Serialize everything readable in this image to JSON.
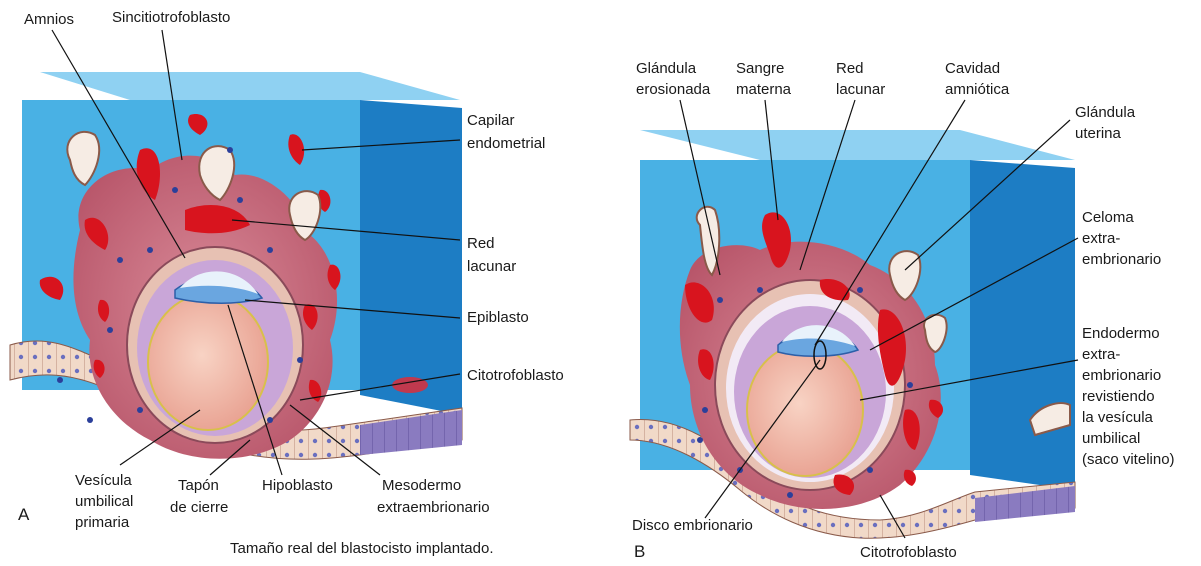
{
  "panel_a": {
    "letter": "A",
    "labels": {
      "amnios": "Amnios",
      "sincitio": "Sincitiotrofoblasto",
      "capilar1": "Capilar",
      "capilar2": "endometrial",
      "red1": "Red",
      "red2": "lacunar",
      "epiblasto": "Epiblasto",
      "citotrofo": "Citotrofoblasto",
      "vesicula1": "Vesícula",
      "vesicula2": "umbilical",
      "vesicula3": "primaria",
      "tapon1": "Tapón",
      "tapon2": "de cierre",
      "hipoblasto": "Hipoblasto",
      "meso1": "Mesodermo",
      "meso2": "extraembrionario"
    },
    "caption": "Tamaño real del blastocisto implantado."
  },
  "panel_b": {
    "letter": "B",
    "labels": {
      "glandula_e1": "Glándula",
      "glandula_e2": "erosionada",
      "sangre1": "Sangre",
      "sangre2": "materna",
      "red1": "Red",
      "red2": "lacunar",
      "cavidad1": "Cavidad",
      "cavidad2": "amniótica",
      "glandula_u1": "Glándula",
      "glandula_u2": "uterina",
      "celoma1": "Celoma",
      "celoma2": "extra-",
      "celoma3": "embrionario",
      "endo1": "Endodermo",
      "endo2": "extra-",
      "endo3": "embrionario",
      "endo4": "revistiendo",
      "endo5": "la vesícula",
      "endo6": "umbilical",
      "endo7": "(saco vitelino)",
      "disco": "Disco embrionario",
      "citotrofo": "Citotrofoblasto"
    }
  },
  "colors": {
    "endometrium": "#4db3e6",
    "endometrium_side": "#1f7fc8",
    "syncytium": "#b84a5c",
    "blood": "#d8141e",
    "yolk": "#f2b9a6",
    "cavity": "#c9a6d8"
  }
}
